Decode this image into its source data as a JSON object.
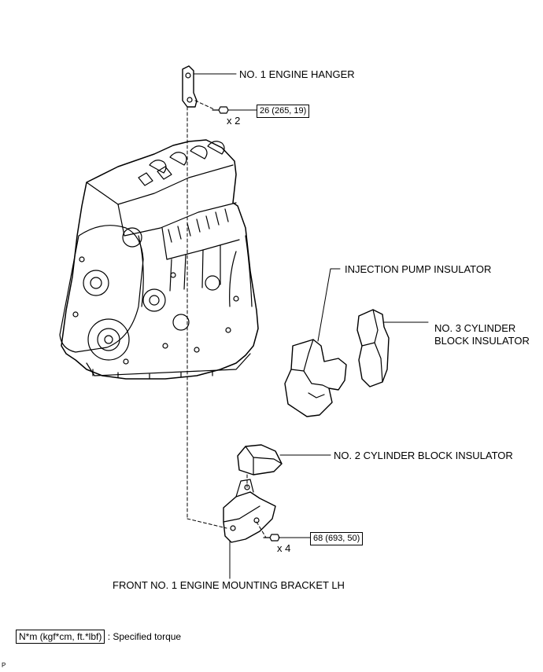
{
  "labels": {
    "engine_hanger": "NO. 1 ENGINE HANGER",
    "injection_pump_insulator": "INJECTION PUMP INSULATOR",
    "no3_line1": "NO. 3 CYLINDER",
    "no3_line2": "BLOCK INSULATOR",
    "no2_insulator": "NO. 2 CYLINDER BLOCK INSULATOR",
    "mounting_bracket": "FRONT NO. 1 ENGINE MOUNTING BRACKET LH"
  },
  "torques": {
    "hanger_bolt": "26 (265, 19)",
    "bracket_bolt": "68 (693, 50)"
  },
  "quantities": {
    "hanger_bolt": "x 2",
    "bracket_bolt": "x 4"
  },
  "legend": {
    "unit": "N*m (kgf*cm, ft.*lbf)",
    "description": ": Specified torque"
  },
  "corner_mark": "P"
}
